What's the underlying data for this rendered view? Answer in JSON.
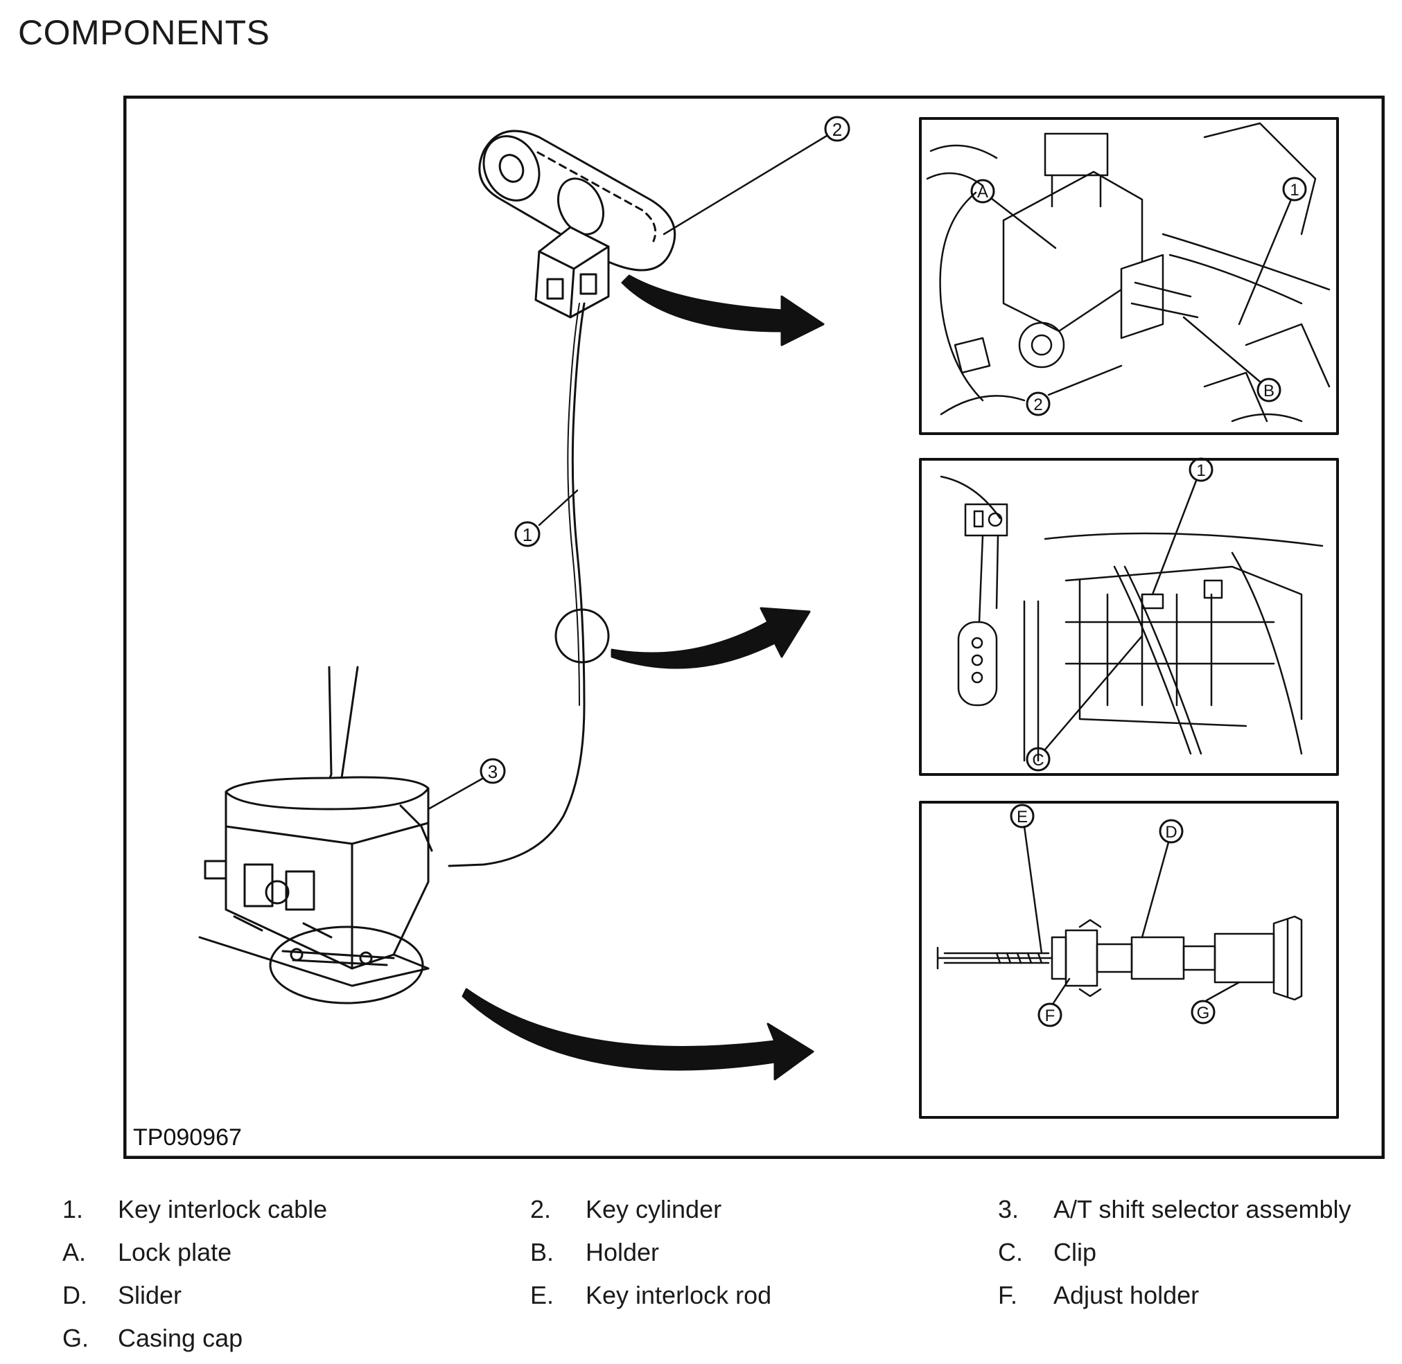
{
  "heading": "COMPONENTS",
  "figure": {
    "code": "TP090967",
    "callouts": {
      "n1": "1",
      "n2": "2",
      "n3": "3",
      "A": "A",
      "B": "B",
      "C": "C",
      "D": "D",
      "E": "E",
      "F": "F",
      "G": "G"
    }
  },
  "legend": [
    {
      "key": "1.",
      "text": "Key interlock cable"
    },
    {
      "key": "2.",
      "text": "Key cylinder"
    },
    {
      "key": "3.",
      "text": "A/T shift selector assembly"
    },
    {
      "key": "A.",
      "text": "Lock plate"
    },
    {
      "key": "B.",
      "text": "Holder"
    },
    {
      "key": "C.",
      "text": "Clip"
    },
    {
      "key": "D.",
      "text": "Slider"
    },
    {
      "key": "E.",
      "text": "Key interlock rod"
    },
    {
      "key": "F.",
      "text": "Adjust holder"
    },
    {
      "key": "G.",
      "text": "Casing cap"
    }
  ]
}
